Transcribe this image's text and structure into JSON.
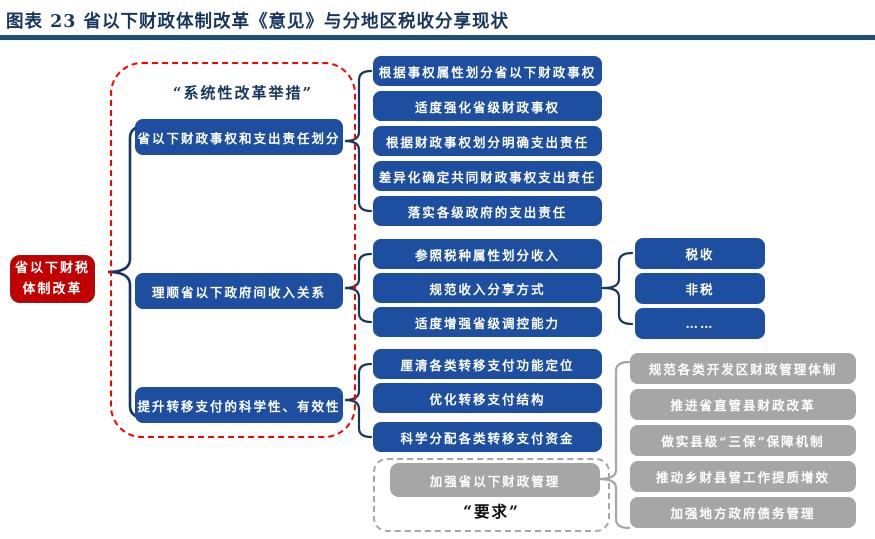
{
  "header": {
    "title": "图表 23   省以下财政体制改革《意见》与分地区税收分享现状"
  },
  "root_node": {
    "line1": "省以下财税",
    "line2": "体制改革"
  },
  "measures_group": {
    "label": "“系统性改革举措”",
    "categories": [
      {
        "label": "省以下财政事权和支出责任划分"
      },
      {
        "label": "理顺省以下政府间收入关系"
      },
      {
        "label": "提升转移支付的科学性、有效性"
      }
    ]
  },
  "detail_items": {
    "expenditure": [
      "根据事权属性划分省以下财政事权",
      "适度强化省级财政事权",
      "根据财政事权划分明确支出责任",
      "差异化确定共同财政事权支出责任",
      "落实各级政府的支出责任"
    ],
    "income": [
      "参照税种属性划分收入",
      "规范收入分享方式",
      "适度增强省级调控能力"
    ],
    "transfer": [
      "厘清各类转移支付功能定位",
      "优化转移支付结构",
      "科学分配各类转移支付资金"
    ]
  },
  "income_types": [
    "税收",
    "非税",
    "……"
  ],
  "requirements_group": {
    "box_label": "加强省以下财政管理",
    "label": "“要求”",
    "items": [
      "规范各类开发区财政管理体制",
      "推进省直管县财政改革",
      "做实县级“三保”保障机制",
      "推动乡财县管工作提质增效",
      "加强地方政府债务管理"
    ]
  },
  "colors": {
    "navy_box": "#1D4EA0",
    "brace_navy": "#17375E",
    "red_box": "#C00000",
    "red_dash": "#FB0000",
    "gray": "#A6A6A6",
    "title_navy": "#17365D",
    "rule_navy": "#1F4E79"
  }
}
